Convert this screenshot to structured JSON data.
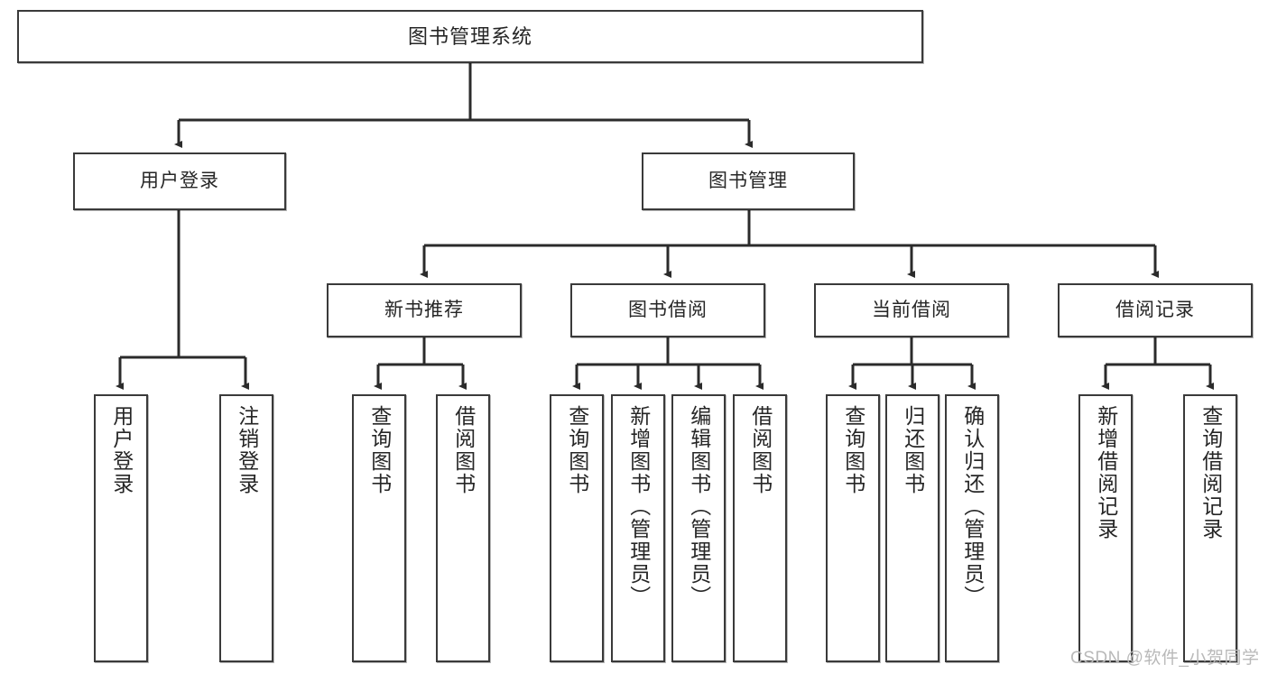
{
  "diagram": {
    "type": "tree",
    "title": "图书管理系统",
    "orientation": "top-down",
    "watermark": "CSDN @软件_小贺同学",
    "colors": {
      "box_border": "#3a3a3a",
      "box_fill": "#ffffff",
      "connector": "#2b2b2b",
      "text": "#262626",
      "watermark": "#b9b9b9",
      "background": "#ffffff"
    },
    "root": {
      "label": "图书管理系统"
    },
    "level2": [
      {
        "label": "用户登录"
      },
      {
        "label": "图书管理"
      }
    ],
    "level3": [
      {
        "label": "新书推荐"
      },
      {
        "label": "图书借阅"
      },
      {
        "label": "当前借阅"
      },
      {
        "label": "借阅记录"
      }
    ],
    "leaves": {
      "user_login": [
        {
          "label": "用户登录"
        },
        {
          "label": "注销登录"
        }
      ],
      "new_book_recommend": [
        {
          "label": "查询图书"
        },
        {
          "label": "借阅图书"
        }
      ],
      "book_borrow": [
        {
          "label": "查询图书"
        },
        {
          "label": "新增图书（管理员）"
        },
        {
          "label": "编辑图书（管理员）"
        },
        {
          "label": "借阅图书"
        }
      ],
      "current_borrow": [
        {
          "label": "查询图书"
        },
        {
          "label": "归还图书"
        },
        {
          "label": "确认归还（管理员）"
        }
      ],
      "borrow_record": [
        {
          "label": "新增借阅记录"
        },
        {
          "label": "查询借阅记录"
        }
      ]
    }
  }
}
